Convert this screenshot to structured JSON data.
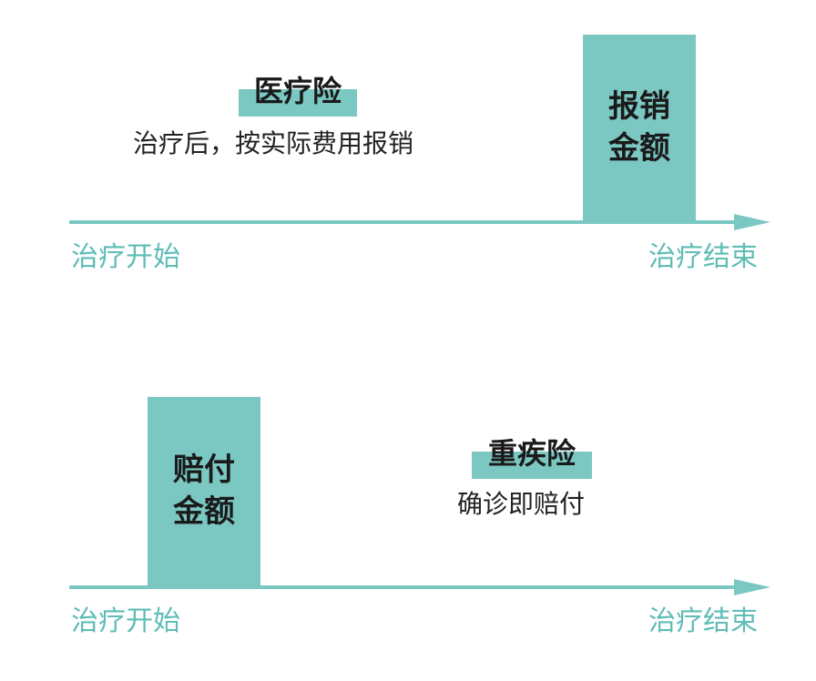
{
  "colors": {
    "teal": "#7bc8c3",
    "teal_text": "#5fbdb6",
    "text_dark": "#1a1a1a"
  },
  "top": {
    "title": "医疗险",
    "description": "治疗后，按实际费用报销",
    "box_line1": "报销",
    "box_line2": "金额",
    "axis_start": "治疗开始",
    "axis_end": "治疗结束"
  },
  "bottom": {
    "title": "重疾险",
    "description": "确诊即赔付",
    "box_line1": "赔付",
    "box_line2": "金额",
    "axis_start": "治疗开始",
    "axis_end": "治疗结束"
  }
}
